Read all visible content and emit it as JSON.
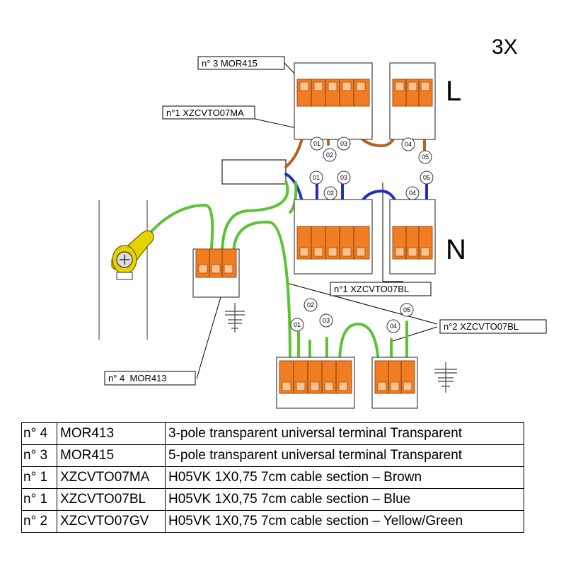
{
  "multiplier": "3X",
  "lines": {
    "live": "L",
    "neutral": "N"
  },
  "callouts": {
    "top_5pole": "n° 3 MOR415",
    "brown_cable": "n°1 XZCVTO07MA",
    "blue_cable": "n°1 XZCVTO07BL",
    "green_cable": "n°2 XZCVTO07BL",
    "three_pole": "n° 4  MOR413"
  },
  "terminal_numbers": [
    "01",
    "02",
    "03",
    "04",
    "05"
  ],
  "colors": {
    "terminal_orange": "#f07d21",
    "brown_wire": "#b5621c",
    "blue_wire": "#1f2fbf",
    "green_wire": "#5cc335",
    "earth_lug": "#e5d300"
  },
  "table": {
    "rows": [
      {
        "qty": "n° 4",
        "code": "MOR413",
        "desc": "3-pole transparent universal terminal Transparent"
      },
      {
        "qty": "n° 3",
        "code": "MOR415",
        "desc": "5-pole transparent universal terminal Transparent"
      },
      {
        "qty": "n° 1",
        "code": "XZCVTO07MA",
        "desc": "H05VK 1X0,75 7cm cable section – Brown"
      },
      {
        "qty": "n° 1",
        "code": "XZCVTO07BL",
        "desc": "H05VK 1X0,75 7cm cable section – Blue"
      },
      {
        "qty": "n° 2",
        "code": "XZCVTO07GV",
        "desc": "H05VK 1X0,75 7cm cable section – Yellow/Green"
      }
    ]
  }
}
